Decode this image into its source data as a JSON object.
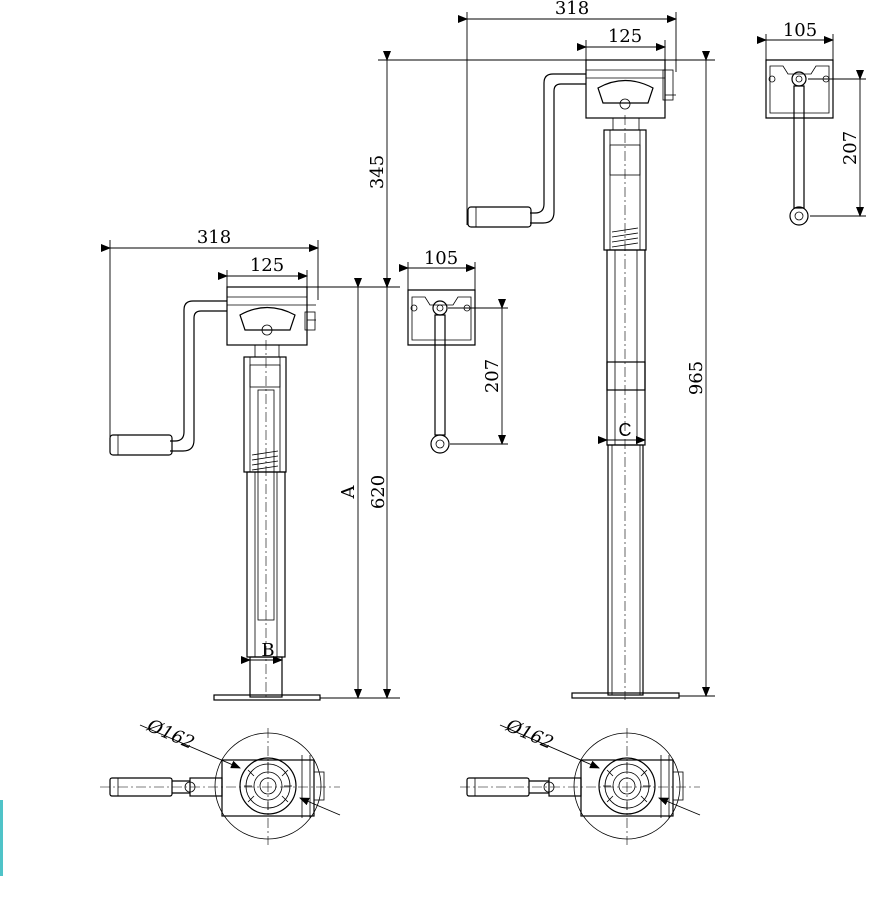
{
  "labels": {
    "left_width": "318",
    "left_top": "125",
    "left_side_width": "105",
    "left_side_height": "207",
    "left_total": "620",
    "left_a": "A",
    "left_b": "B",
    "mid_offset": "345",
    "right_width": "318",
    "right_top": "125",
    "right_side_width": "105",
    "right_side_height": "207",
    "right_total": "965",
    "right_c": "C",
    "left_diameter": "Ø162",
    "right_diameter": "Ø162"
  },
  "colors": {
    "line": "#000000",
    "accent_bar": "#4fc3c8"
  }
}
